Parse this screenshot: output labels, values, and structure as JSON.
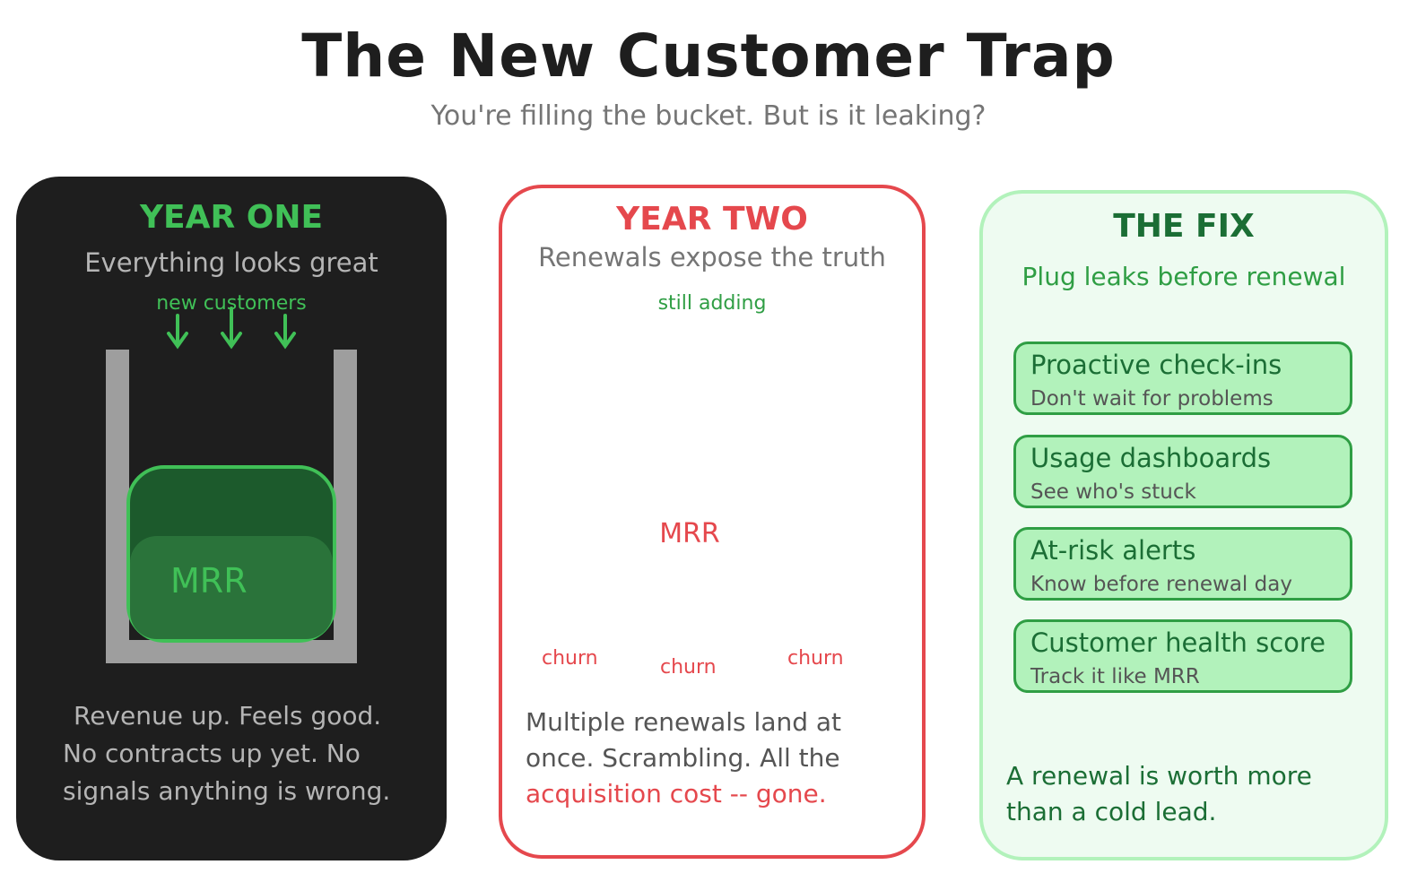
{
  "title": "The New Customer Trap",
  "subtitle": "You're filling the bucket. But is it leaking?",
  "colors": {
    "dark_bg": "#1e1e1e",
    "green": "#2f9e44",
    "bright_green": "#40c057",
    "light_green": "#b2f2bb",
    "red": "#e5484d",
    "light_red": "#ffc9c9",
    "gray": "#9e9e9e"
  },
  "year_one": {
    "heading": "YEAR ONE",
    "subheading": "Everything looks great",
    "inflow_label": "new customers",
    "bucket_label": "MRR",
    "body_lines": [
      "Revenue up. Feels good.",
      "No contracts up yet. No",
      "signals anything is wrong."
    ]
  },
  "year_two": {
    "heading": "YEAR TWO",
    "subheading": "Renewals expose the truth",
    "inflow_label": "still adding",
    "bucket_label": "MRR",
    "churn_labels": [
      "churn",
      "churn",
      "churn"
    ],
    "body_lines": [
      "Multiple renewals land at",
      "once. Scrambling. All the"
    ],
    "body_highlight": "acquisition cost -- gone."
  },
  "the_fix": {
    "heading": "THE FIX",
    "subheading": "Plug leaks before renewal",
    "items": [
      {
        "title": "Proactive check-ins",
        "sub": "Don't wait for problems"
      },
      {
        "title": "Usage dashboards",
        "sub": "See who's stuck"
      },
      {
        "title": "At-risk alerts",
        "sub": "Know before renewal day"
      },
      {
        "title": "Customer health score",
        "sub": "Track it like MRR"
      }
    ],
    "closing_lines": [
      "A renewal is worth more",
      "than a cold lead."
    ]
  }
}
